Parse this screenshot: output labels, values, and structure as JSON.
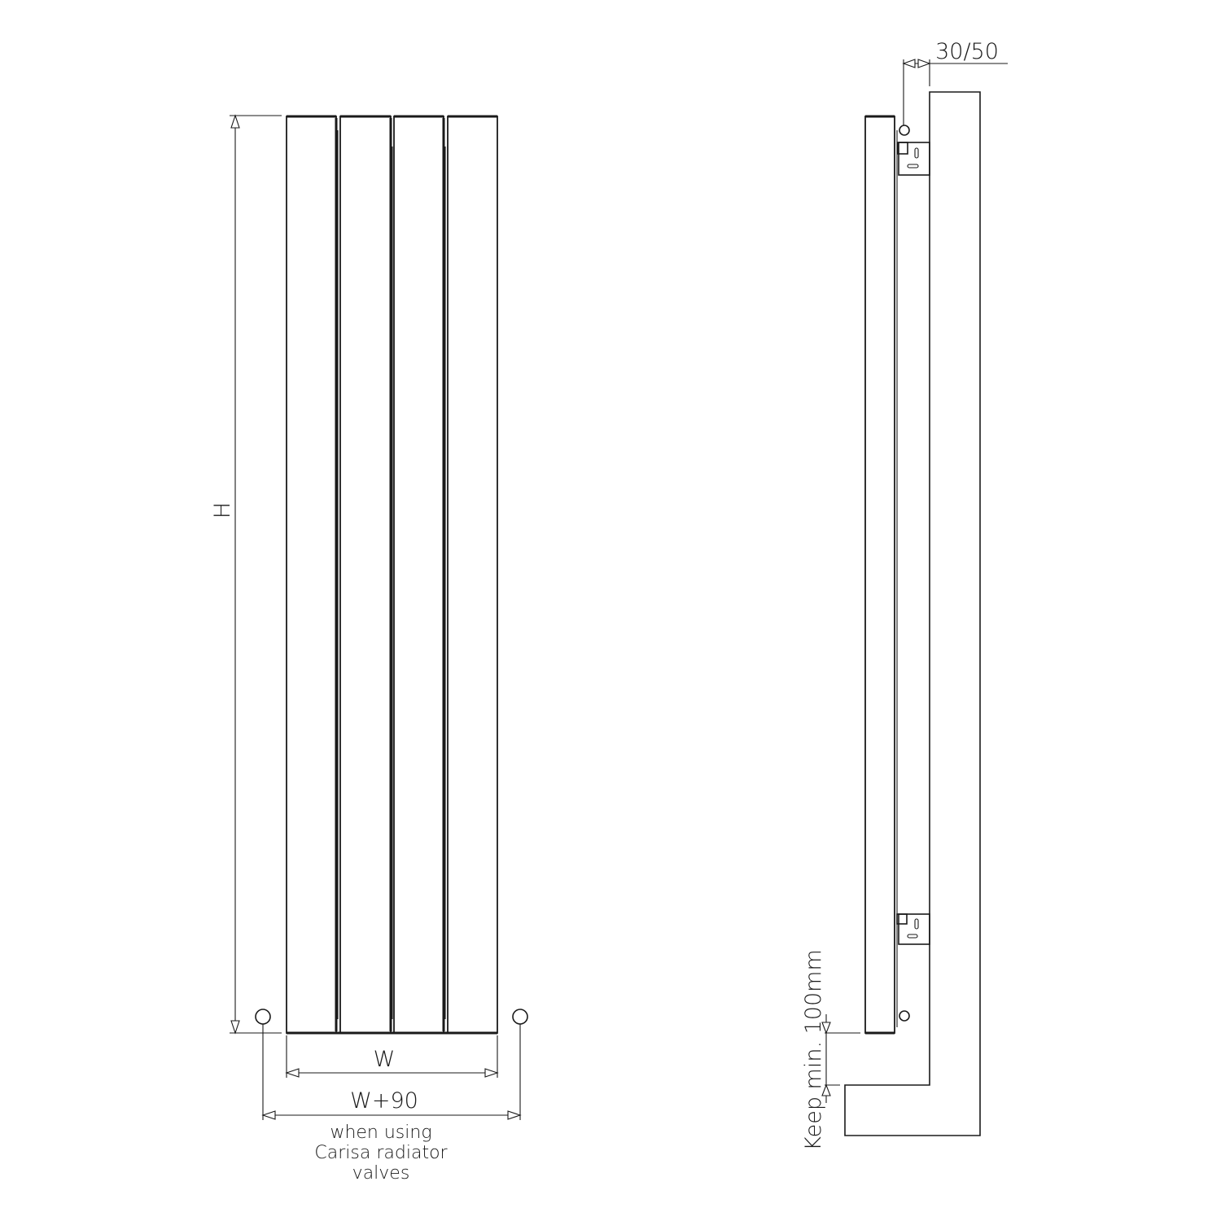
{
  "front_view": {
    "height_label": "H",
    "width_label": "W",
    "width_with_valves_label": "W+90",
    "note_lines": [
      "when using",
      "Carisa radiator",
      "valves"
    ],
    "panel_count": 4
  },
  "side_view": {
    "wall_offset_label": "30/50",
    "floor_clearance_label": "Keep min. 100mm"
  },
  "colors": {
    "line": "#1a1a1a",
    "background": "#ffffff"
  }
}
